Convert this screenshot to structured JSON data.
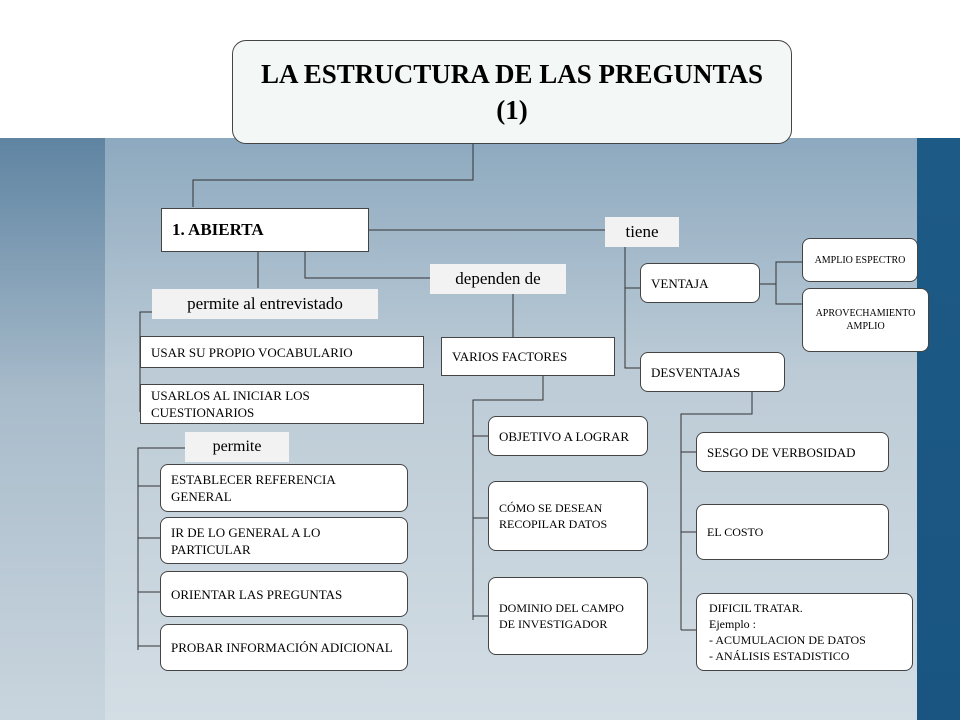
{
  "title": "LA ESTRUCTURA DE LAS PREGUNTAS (1)",
  "abierta": "1. ABIERTA",
  "labels": {
    "permite_entrevistado": "permite al entrevistado",
    "dependen_de": "dependen de",
    "tiene": "tiene",
    "permite": "permite"
  },
  "entrevistado_items": [
    "USAR SU PROPIO VOCABULARIO",
    "USARLOS AL INICIAR LOS CUESTIONARIOS"
  ],
  "permite_items": [
    "ESTABLECER REFERENCIA GENERAL",
    "IR  DE LO GENERAL A LO PARTICULAR",
    "ORIENTAR LAS PREGUNTAS",
    "PROBAR INFORMACIÓN ADICIONAL"
  ],
  "factores": {
    "header": "VARIOS  FACTORES",
    "items": [
      "OBJETIVO A LOGRAR",
      "CÓMO SE DESEAN RECOPILAR DATOS",
      "DOMINIO DEL CAMPO DE INVESTIGADOR"
    ]
  },
  "ventaja": {
    "header": "VENTAJA",
    "items": [
      "AMPLIO ESPECTRO",
      "APROVECHAMIENTO AMPLIO"
    ]
  },
  "desventajas": {
    "header": "DESVENTAJAS",
    "items": [
      "SESGO DE VERBOSIDAD",
      "EL COSTO"
    ],
    "dificil": {
      "title": "DIFICIL TRATAR.",
      "ejemplo": "Ejemplo :",
      "items": [
        "- ACUMULACION DE DATOS",
        "- ANÁLISIS ESTADISTICO"
      ]
    }
  }
}
